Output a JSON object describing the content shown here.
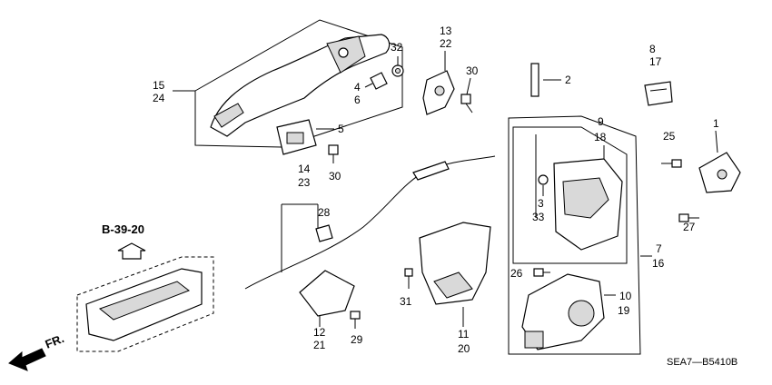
{
  "labels": {
    "l15": "15",
    "l24": "24",
    "l32": "32",
    "l13": "13",
    "l22": "22",
    "l30a": "30",
    "l4": "4",
    "l6": "6",
    "l5": "5",
    "l30b": "30",
    "l8": "8",
    "l17": "17",
    "l2": "2",
    "l9": "9",
    "l18": "18",
    "l1": "1",
    "l25": "25",
    "l14": "14",
    "l23": "23",
    "l3": "3",
    "l33": "33",
    "l28": "28",
    "l27": "27",
    "l7": "7",
    "l16": "16",
    "l26": "26",
    "l31": "31",
    "l10": "10",
    "l19": "19",
    "l12": "12",
    "l21": "21",
    "l29": "29",
    "l11": "11",
    "l20": "20"
  },
  "ref_label": "B-39-20",
  "direction_label": "FR.",
  "diagram_code": "SEA7—B5410B"
}
